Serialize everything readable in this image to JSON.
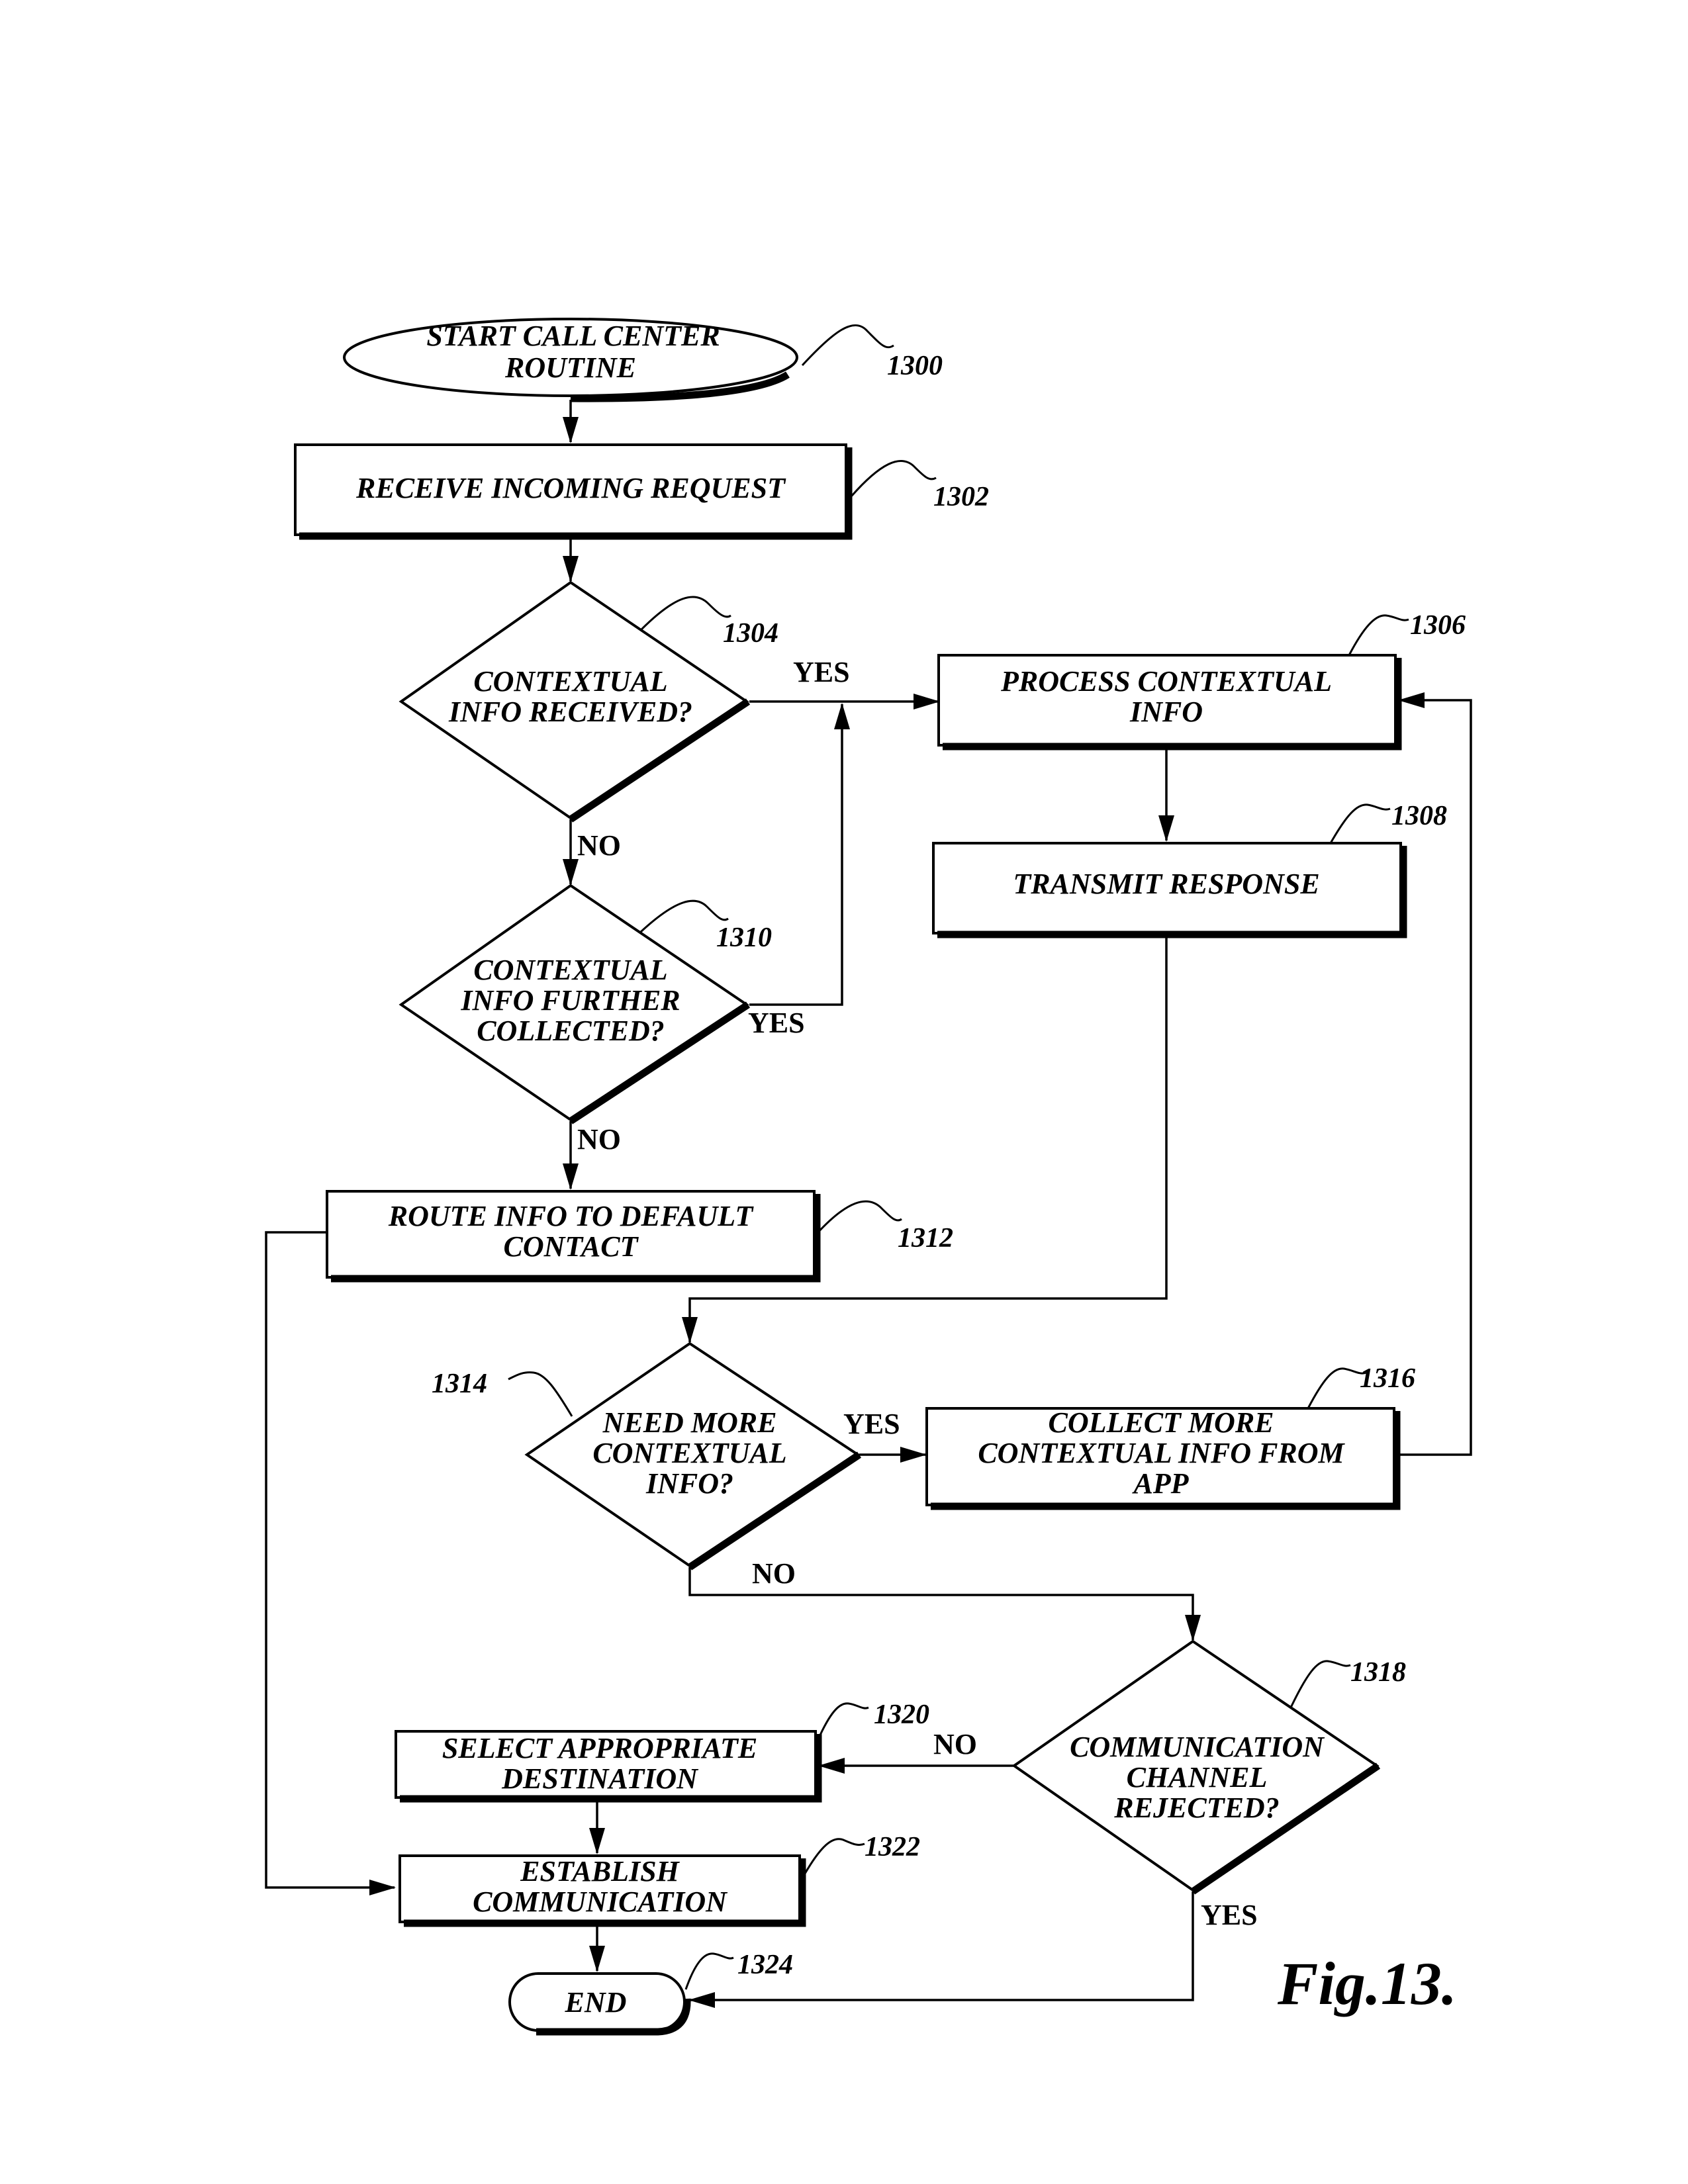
{
  "nodes": {
    "n1300": {
      "lines": [
        "START CALL CENTER",
        "ROUTINE"
      ],
      "ref": "1300"
    },
    "n1302": {
      "lines": [
        "RECEIVE INCOMING REQUEST"
      ],
      "ref": "1302"
    },
    "n1304": {
      "lines": [
        "CONTEXTUAL",
        "INFO RECEIVED?"
      ],
      "ref": "1304"
    },
    "n1306": {
      "lines": [
        "PROCESS CONTEXTUAL",
        "INFO"
      ],
      "ref": "1306"
    },
    "n1308": {
      "lines": [
        "TRANSMIT RESPONSE"
      ],
      "ref": "1308"
    },
    "n1310": {
      "lines": [
        "CONTEXTUAL",
        "INFO FURTHER",
        "COLLECTED?"
      ],
      "ref": "1310"
    },
    "n1312": {
      "lines": [
        "ROUTE INFO TO DEFAULT",
        "CONTACT"
      ],
      "ref": "1312"
    },
    "n1314": {
      "lines": [
        "NEED MORE",
        "CONTEXTUAL",
        "INFO?"
      ],
      "ref": "1314"
    },
    "n1316": {
      "lines": [
        "COLLECT MORE",
        "CONTEXTUAL INFO FROM",
        "APP"
      ],
      "ref": "1316"
    },
    "n1318": {
      "lines": [
        "COMMUNICATION",
        "CHANNEL",
        "REJECTED?"
      ],
      "ref": "1318"
    },
    "n1320": {
      "lines": [
        "SELECT APPROPRIATE",
        "DESTINATION"
      ],
      "ref": "1320"
    },
    "n1322": {
      "lines": [
        "ESTABLISH",
        "COMMUNICATION"
      ],
      "ref": "1322"
    },
    "n1324": {
      "lines": [
        "END"
      ],
      "ref": "1324"
    }
  },
  "edge_labels": {
    "yes_1304": "YES",
    "no_1304": "NO",
    "yes_1310": "YES",
    "no_1310": "NO",
    "yes_1314": "YES",
    "no_1314": "NO",
    "no_1318": "NO",
    "yes_1318": "YES"
  },
  "figure_label": "Fig.13."
}
